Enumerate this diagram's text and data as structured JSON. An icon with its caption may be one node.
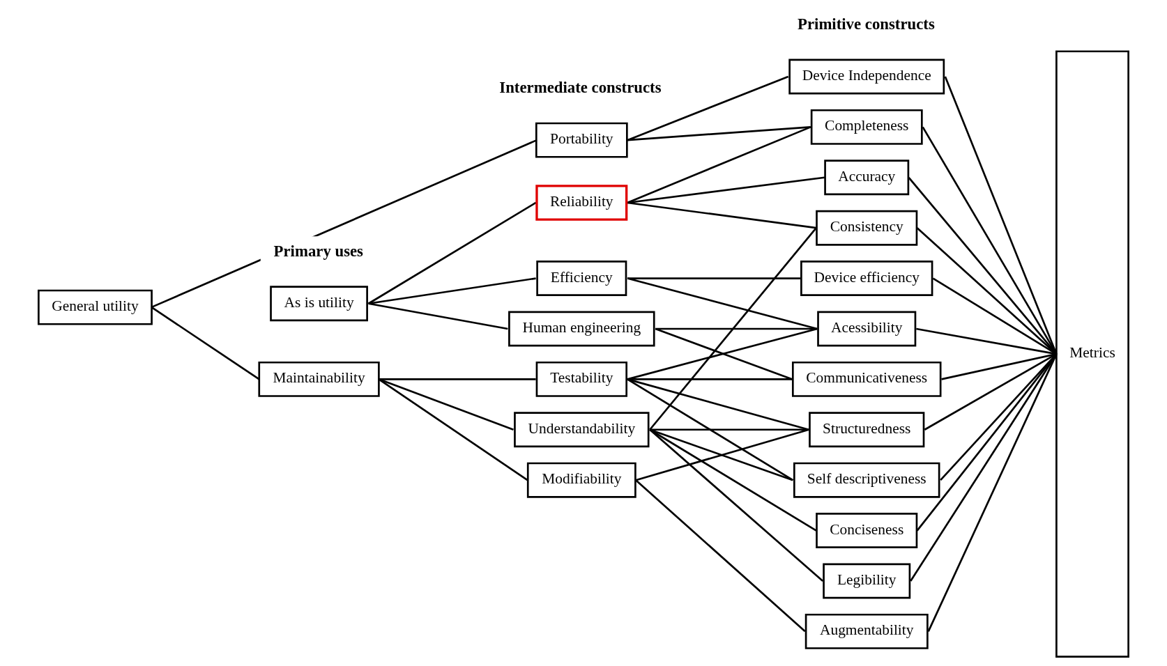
{
  "diagram": {
    "nodes": [
      {
        "text": [
          "General utility"
        ]
      },
      {
        "text": [
          "As is utility"
        ]
      },
      {
        "text": [
          "Maintainability"
        ]
      },
      {
        "text": [
          "Portability"
        ]
      },
      {
        "text": [
          "Reliability"
        ]
      },
      {
        "text": [
          "Efficiency"
        ]
      },
      {
        "text": [
          "Human engineering"
        ]
      },
      {
        "text": [
          "Testability"
        ]
      },
      {
        "text": [
          "Understandability"
        ]
      },
      {
        "text": [
          "Modifiability"
        ]
      },
      {
        "text": [
          "Device Independence"
        ]
      },
      {
        "text": [
          "Completeness"
        ]
      },
      {
        "text": [
          "Accuracy"
        ]
      },
      {
        "text": [
          "Consistency"
        ]
      },
      {
        "text": [
          "Device efficiency"
        ]
      },
      {
        "text": [
          "Acessibility"
        ]
      },
      {
        "text": [
          "Communicativeness"
        ]
      },
      {
        "text": [
          "Structuredness"
        ]
      },
      {
        "text": [
          "Self descriptiveness"
        ]
      },
      {
        "text": [
          "Conciseness"
        ]
      },
      {
        "text": [
          "Legibility"
        ]
      },
      {
        "text": [
          "Augmentability"
        ]
      },
      {
        "text": [
          "Metrics"
        ]
      }
    ],
    "edges": [
      {
        "from": 0,
        "to": 3,
        "arrow": "none"
      },
      {
        "from": 0,
        "to": 2,
        "arrow": "none"
      },
      {
        "from": 1,
        "to": 4,
        "arrow": "none"
      },
      {
        "from": 1,
        "to": 5,
        "arrow": "none"
      },
      {
        "from": 1,
        "to": 6,
        "arrow": "none"
      },
      {
        "from": 2,
        "to": 7,
        "arrow": "none"
      },
      {
        "from": 2,
        "to": 8,
        "arrow": "none"
      },
      {
        "from": 2,
        "to": 9,
        "arrow": "none"
      },
      {
        "from": 3,
        "to": 10,
        "arrow": "none"
      },
      {
        "from": 3,
        "to": 11,
        "arrow": "none"
      },
      {
        "from": 4,
        "to": 11,
        "arrow": "none"
      },
      {
        "from": 4,
        "to": 12,
        "arrow": "none"
      },
      {
        "from": 4,
        "to": 13,
        "arrow": "none"
      },
      {
        "from": 5,
        "to": 14,
        "arrow": "none"
      },
      {
        "from": 5,
        "to": 15,
        "arrow": "none"
      },
      {
        "from": 6,
        "to": 15,
        "arrow": "none"
      },
      {
        "from": 6,
        "to": 16,
        "arrow": "none"
      },
      {
        "from": 7,
        "to": 15,
        "arrow": "none"
      },
      {
        "from": 7,
        "to": 16,
        "arrow": "none"
      },
      {
        "from": 7,
        "to": 17,
        "arrow": "none"
      },
      {
        "from": 7,
        "to": 18,
        "arrow": "none"
      },
      {
        "from": 8,
        "to": 13,
        "arrow": "none"
      },
      {
        "from": 8,
        "to": 17,
        "arrow": "none"
      },
      {
        "from": 8,
        "to": 18,
        "arrow": "none"
      },
      {
        "from": 8,
        "to": 19,
        "arrow": "none"
      },
      {
        "from": 8,
        "to": 20,
        "arrow": "none"
      },
      {
        "from": 9,
        "to": 17,
        "arrow": "none"
      },
      {
        "from": 9,
        "to": 21,
        "arrow": "none"
      },
      {
        "from": 10,
        "to": 22,
        "arrow": "none"
      },
      {
        "from": 11,
        "to": 22,
        "arrow": "none"
      },
      {
        "from": 12,
        "to": 22,
        "arrow": "none"
      },
      {
        "from": 13,
        "to": 22,
        "arrow": "none"
      },
      {
        "from": 14,
        "to": 22,
        "arrow": "none"
      },
      {
        "from": 15,
        "to": 22,
        "arrow": "none"
      },
      {
        "from": 16,
        "to": 22,
        "arrow": "none"
      },
      {
        "from": 17,
        "to": 22,
        "arrow": "none"
      },
      {
        "from": 18,
        "to": 22,
        "arrow": "none"
      },
      {
        "from": 19,
        "to": 22,
        "arrow": "none"
      },
      {
        "from": 20,
        "to": 22,
        "arrow": "none"
      },
      {
        "from": 21,
        "to": 22,
        "arrow": "none"
      }
    ],
    "labels": [
      "Primary uses",
      "Intermediate constructs",
      "Primitive constructs"
    ]
  }
}
